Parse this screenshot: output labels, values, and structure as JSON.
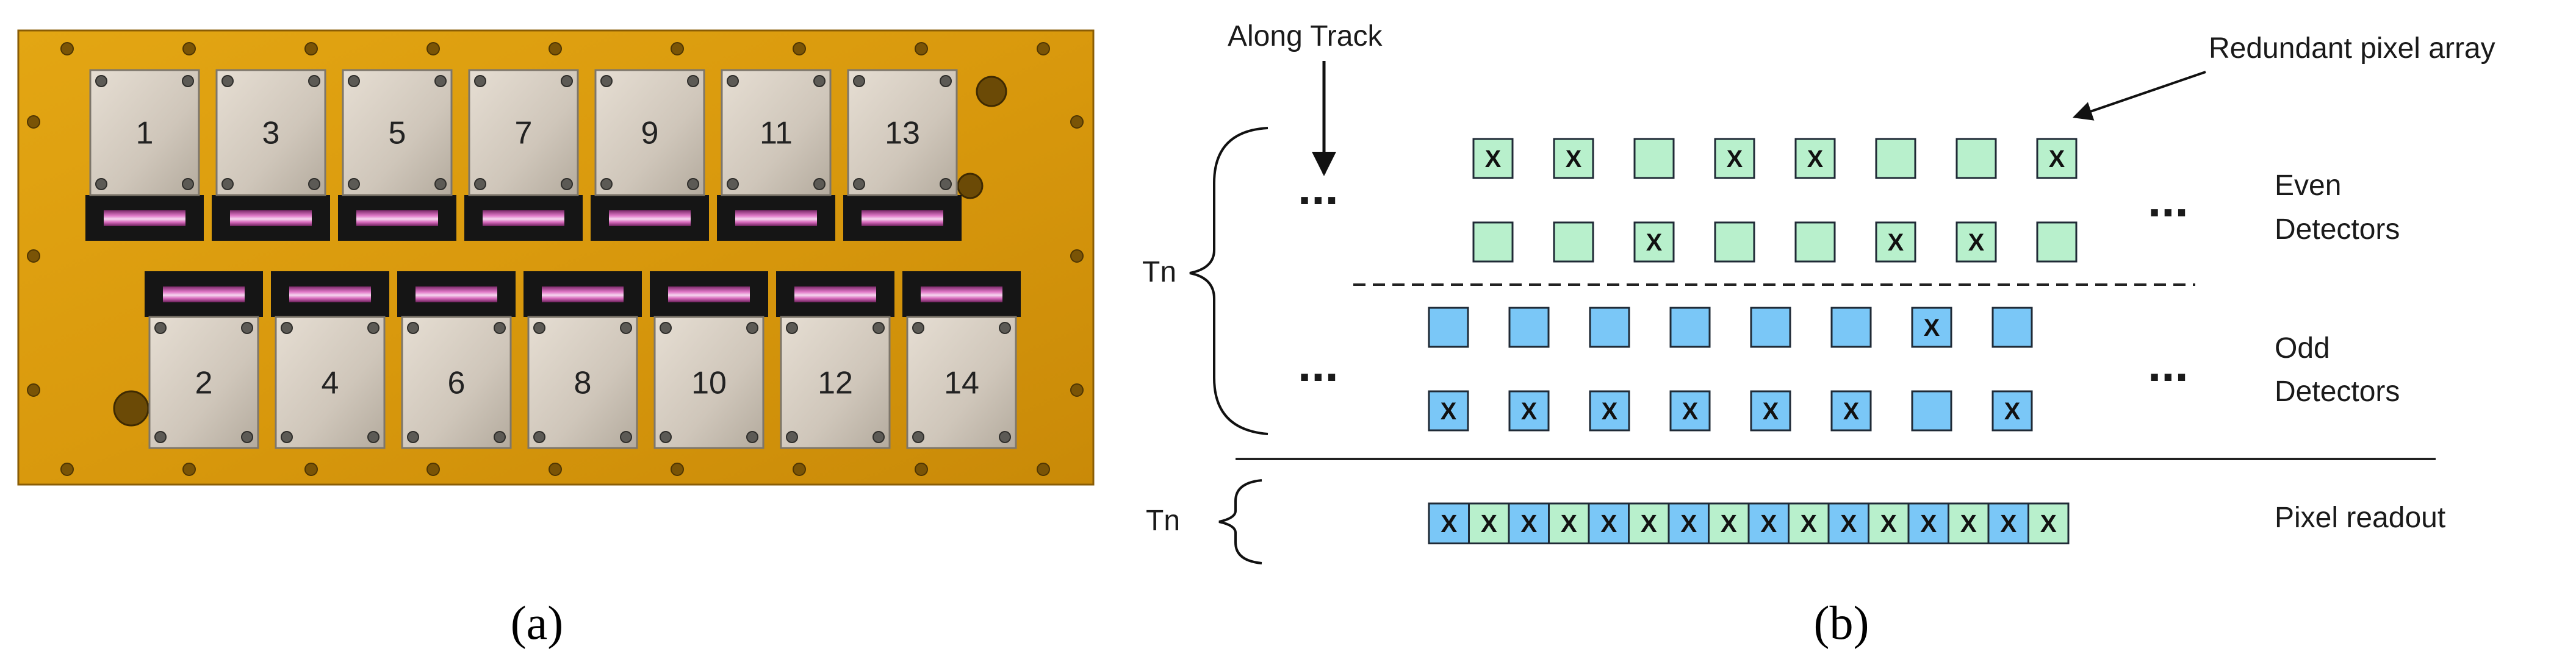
{
  "panel_a": {
    "caption": "(a)",
    "top_chips": [
      "1",
      "3",
      "5",
      "7",
      "9",
      "11",
      "13"
    ],
    "bottom_chips": [
      "2",
      "4",
      "6",
      "8",
      "10",
      "12",
      "14"
    ]
  },
  "panel_b": {
    "caption": "(b)",
    "along_track": "Along Track",
    "redundant": "Redundant pixel array",
    "tn_upper": "Tn",
    "tn_lower": "Tn",
    "ellipsis": "...",
    "even_line1": "Even",
    "even_line2": "Detectors",
    "odd_line1": "Odd",
    "odd_line2": "Detectors",
    "pixel_readout": "Pixel readout",
    "mark": "X",
    "colors": {
      "even": "#b8f0cc",
      "odd": "#7ac7f7",
      "stroke": "#1f2a36"
    },
    "rows": {
      "even_top": [
        1,
        1,
        0,
        1,
        1,
        0,
        0,
        1
      ],
      "even_bottom": [
        0,
        0,
        1,
        0,
        0,
        1,
        1,
        0
      ],
      "odd_top": [
        0,
        0,
        0,
        0,
        0,
        0,
        1,
        0
      ],
      "odd_bottom": [
        1,
        1,
        1,
        1,
        1,
        1,
        0,
        1
      ]
    },
    "readout": [
      {
        "c": "odd",
        "x": 1
      },
      {
        "c": "even",
        "x": 1
      },
      {
        "c": "odd",
        "x": 1
      },
      {
        "c": "even",
        "x": 1
      },
      {
        "c": "odd",
        "x": 1
      },
      {
        "c": "even",
        "x": 1
      },
      {
        "c": "odd",
        "x": 1
      },
      {
        "c": "even",
        "x": 1
      },
      {
        "c": "odd",
        "x": 1
      },
      {
        "c": "even",
        "x": 1
      },
      {
        "c": "odd",
        "x": 1
      },
      {
        "c": "even",
        "x": 1
      },
      {
        "c": "odd",
        "x": 1
      },
      {
        "c": "even",
        "x": 1
      },
      {
        "c": "odd",
        "x": 1
      },
      {
        "c": "even",
        "x": 1
      }
    ]
  }
}
